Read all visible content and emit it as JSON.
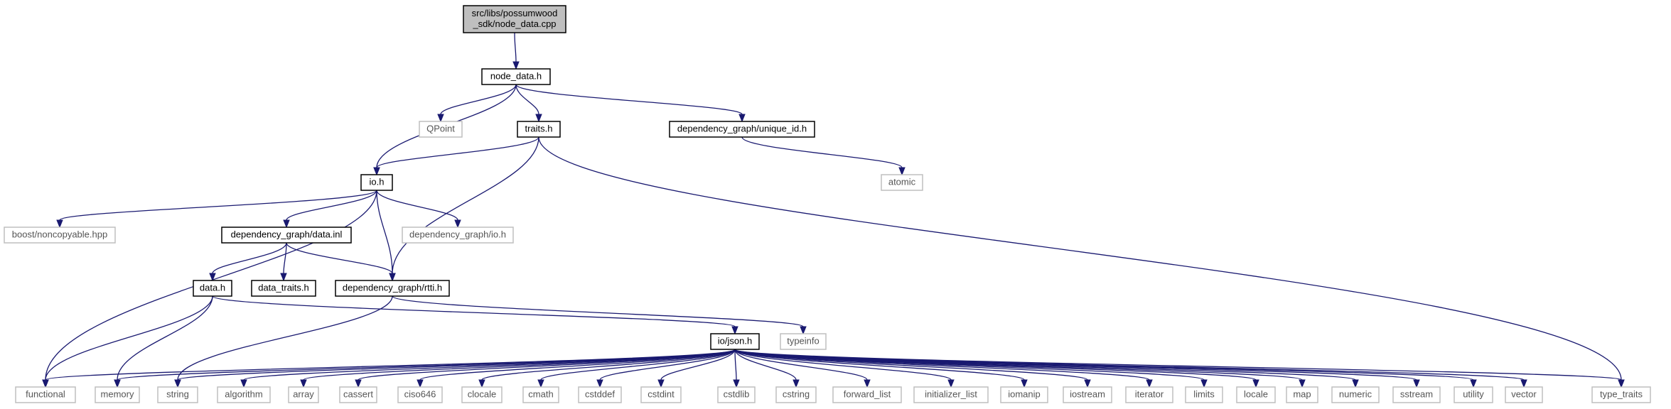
{
  "nodes": [
    {
      "id": "root",
      "lines": [
        "src/libs/possumwood",
        "_sdk/node_data.cpp"
      ],
      "style": "root"
    },
    {
      "id": "node_data_h",
      "lines": [
        "node_data.h"
      ],
      "style": "solid"
    },
    {
      "id": "qpoint",
      "lines": [
        "QPoint"
      ],
      "style": "gray"
    },
    {
      "id": "traits_h",
      "lines": [
        "traits.h"
      ],
      "style": "solid"
    },
    {
      "id": "unique_id_h",
      "lines": [
        "dependency_graph/unique_id.h"
      ],
      "style": "solid"
    },
    {
      "id": "atomic",
      "lines": [
        "atomic"
      ],
      "style": "gray"
    },
    {
      "id": "io_h",
      "lines": [
        "io.h"
      ],
      "style": "solid"
    },
    {
      "id": "noncopyable",
      "lines": [
        "boost/noncopyable.hpp"
      ],
      "style": "gray"
    },
    {
      "id": "data_inl",
      "lines": [
        "dependency_graph/data.inl"
      ],
      "style": "solid"
    },
    {
      "id": "dg_io_h",
      "lines": [
        "dependency_graph/io.h"
      ],
      "style": "gray"
    },
    {
      "id": "data_h",
      "lines": [
        "data.h"
      ],
      "style": "solid"
    },
    {
      "id": "data_traits_h",
      "lines": [
        "data_traits.h"
      ],
      "style": "solid"
    },
    {
      "id": "rtti_h",
      "lines": [
        "dependency_graph/rtti.h"
      ],
      "style": "solid"
    },
    {
      "id": "json_h",
      "lines": [
        "io/json.h"
      ],
      "style": "solid"
    },
    {
      "id": "typeinfo",
      "lines": [
        "typeinfo"
      ],
      "style": "gray"
    },
    {
      "id": "functional",
      "lines": [
        "functional"
      ],
      "style": "gray"
    },
    {
      "id": "memory",
      "lines": [
        "memory"
      ],
      "style": "gray"
    },
    {
      "id": "string",
      "lines": [
        "string"
      ],
      "style": "gray"
    },
    {
      "id": "algorithm",
      "lines": [
        "algorithm"
      ],
      "style": "gray"
    },
    {
      "id": "array",
      "lines": [
        "array"
      ],
      "style": "gray"
    },
    {
      "id": "cassert",
      "lines": [
        "cassert"
      ],
      "style": "gray"
    },
    {
      "id": "ciso646",
      "lines": [
        "ciso646"
      ],
      "style": "gray"
    },
    {
      "id": "clocale",
      "lines": [
        "clocale"
      ],
      "style": "gray"
    },
    {
      "id": "cmath",
      "lines": [
        "cmath"
      ],
      "style": "gray"
    },
    {
      "id": "cstddef",
      "lines": [
        "cstddef"
      ],
      "style": "gray"
    },
    {
      "id": "cstdint",
      "lines": [
        "cstdint"
      ],
      "style": "gray"
    },
    {
      "id": "cstdlib",
      "lines": [
        "cstdlib"
      ],
      "style": "gray"
    },
    {
      "id": "cstring",
      "lines": [
        "cstring"
      ],
      "style": "gray"
    },
    {
      "id": "forward_list",
      "lines": [
        "forward_list"
      ],
      "style": "gray"
    },
    {
      "id": "initializer_list",
      "lines": [
        "initializer_list"
      ],
      "style": "gray"
    },
    {
      "id": "iomanip",
      "lines": [
        "iomanip"
      ],
      "style": "gray"
    },
    {
      "id": "iostream",
      "lines": [
        "iostream"
      ],
      "style": "gray"
    },
    {
      "id": "iterator",
      "lines": [
        "iterator"
      ],
      "style": "gray"
    },
    {
      "id": "limits",
      "lines": [
        "limits"
      ],
      "style": "gray"
    },
    {
      "id": "locale",
      "lines": [
        "locale"
      ],
      "style": "gray"
    },
    {
      "id": "map",
      "lines": [
        "map"
      ],
      "style": "gray"
    },
    {
      "id": "numeric",
      "lines": [
        "numeric"
      ],
      "style": "gray"
    },
    {
      "id": "sstream",
      "lines": [
        "sstream"
      ],
      "style": "gray"
    },
    {
      "id": "utility",
      "lines": [
        "utility"
      ],
      "style": "gray"
    },
    {
      "id": "vector",
      "lines": [
        "vector"
      ],
      "style": "gray"
    },
    {
      "id": "type_traits",
      "lines": [
        "type_traits"
      ],
      "style": "gray"
    }
  ],
  "edges": [
    {
      "from": "root",
      "to": "node_data_h"
    },
    {
      "from": "node_data_h",
      "to": "qpoint"
    },
    {
      "from": "node_data_h",
      "to": "traits_h"
    },
    {
      "from": "node_data_h",
      "to": "unique_id_h"
    },
    {
      "from": "node_data_h",
      "to": "io_h"
    },
    {
      "from": "unique_id_h",
      "to": "atomic"
    },
    {
      "from": "traits_h",
      "to": "io_h"
    },
    {
      "from": "traits_h",
      "to": "rtti_h"
    },
    {
      "from": "traits_h",
      "to": "type_traits"
    },
    {
      "from": "io_h",
      "to": "noncopyable"
    },
    {
      "from": "io_h",
      "to": "data_inl"
    },
    {
      "from": "io_h",
      "to": "dg_io_h"
    },
    {
      "from": "io_h",
      "to": "rtti_h"
    },
    {
      "from": "io_h",
      "to": "functional"
    },
    {
      "from": "data_inl",
      "to": "data_h"
    },
    {
      "from": "data_inl",
      "to": "data_traits_h"
    },
    {
      "from": "data_inl",
      "to": "rtti_h"
    },
    {
      "from": "data_h",
      "to": "json_h"
    },
    {
      "from": "data_h",
      "to": "functional"
    },
    {
      "from": "data_h",
      "to": "memory"
    },
    {
      "from": "rtti_h",
      "to": "typeinfo"
    },
    {
      "from": "rtti_h",
      "to": "string"
    },
    {
      "from": "json_h",
      "to": "functional"
    },
    {
      "from": "json_h",
      "to": "memory"
    },
    {
      "from": "json_h",
      "to": "string"
    },
    {
      "from": "json_h",
      "to": "algorithm"
    },
    {
      "from": "json_h",
      "to": "array"
    },
    {
      "from": "json_h",
      "to": "cassert"
    },
    {
      "from": "json_h",
      "to": "ciso646"
    },
    {
      "from": "json_h",
      "to": "clocale"
    },
    {
      "from": "json_h",
      "to": "cmath"
    },
    {
      "from": "json_h",
      "to": "cstddef"
    },
    {
      "from": "json_h",
      "to": "cstdint"
    },
    {
      "from": "json_h",
      "to": "cstdlib"
    },
    {
      "from": "json_h",
      "to": "cstring"
    },
    {
      "from": "json_h",
      "to": "forward_list"
    },
    {
      "from": "json_h",
      "to": "initializer_list"
    },
    {
      "from": "json_h",
      "to": "iomanip"
    },
    {
      "from": "json_h",
      "to": "iostream"
    },
    {
      "from": "json_h",
      "to": "iterator"
    },
    {
      "from": "json_h",
      "to": "limits"
    },
    {
      "from": "json_h",
      "to": "locale"
    },
    {
      "from": "json_h",
      "to": "map"
    },
    {
      "from": "json_h",
      "to": "numeric"
    },
    {
      "from": "json_h",
      "to": "sstream"
    },
    {
      "from": "json_h",
      "to": "utility"
    },
    {
      "from": "json_h",
      "to": "vector"
    },
    {
      "from": "json_h",
      "to": "type_traits"
    }
  ],
  "colors": {
    "edge": "#191970",
    "root_fill": "#bfbfbf",
    "solid_border": "#000000",
    "gray_border": "#bfbfbf"
  }
}
